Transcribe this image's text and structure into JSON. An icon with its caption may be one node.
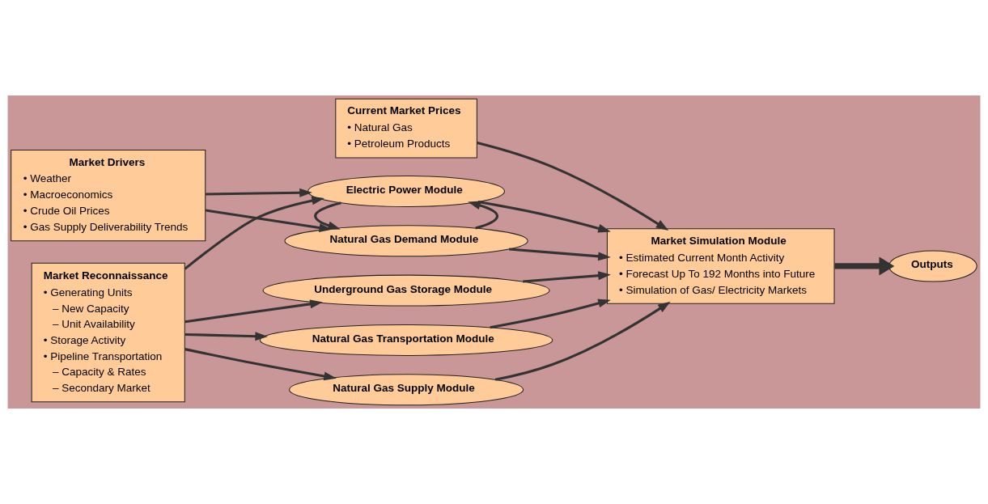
{
  "diagram": {
    "nodes": [
      {
        "text": [
          "Market Drivers",
          "• Weather",
          "• Macroeconomics",
          "• Crude Oil Prices",
          "• Gas Supply Deliverability Trends"
        ]
      },
      {
        "text": [
          "Current Market Prices",
          "• Natural Gas",
          "• Petroleum Products"
        ]
      },
      {
        "text": [
          "Natural Gas Demand Module"
        ]
      },
      {
        "text": [
          "Electric Power Module"
        ]
      },
      {
        "text": [
          "Market Reconnaissance",
          "• Generating Units",
          "– New Capacity",
          "– Unit Availability",
          "• Storage Activity",
          "• Pipeline Transportation",
          "– Capacity & Rates",
          "– Secondary Market"
        ]
      },
      {
        "text": [
          "Underground Gas Storage Module"
        ]
      },
      {
        "text": [
          "Natural Gas Transportation Module"
        ]
      },
      {
        "text": [
          "Natural Gas Supply Module"
        ]
      },
      {
        "text": [
          "Market Simulation Module",
          "• Estimated Current Month Activity",
          "• Forecast Up To 192 Months into Future",
          "• Simulation of Gas/ Electricity Markets"
        ]
      },
      {
        "text": [
          "Outputs"
        ]
      }
    ],
    "edges": [
      {
        "from": 0,
        "to": 2,
        "arrow": "to"
      },
      {
        "from": 2,
        "to": 3,
        "arrow": "to"
      },
      {
        "from": 3,
        "to": 2,
        "arrow": "to"
      },
      {
        "from": 0,
        "to": 3,
        "arrow": "to"
      },
      {
        "from": 4,
        "to": 3,
        "arrow": "to"
      },
      {
        "from": 4,
        "to": 5,
        "arrow": "to"
      },
      {
        "from": 4,
        "to": 6,
        "arrow": "to"
      },
      {
        "from": 4,
        "to": 7,
        "arrow": "to"
      },
      {
        "from": 2,
        "to": 8,
        "arrow": "to"
      },
      {
        "from": 3,
        "to": 8,
        "arrow": "to"
      },
      {
        "from": 5,
        "to": 8,
        "arrow": "to"
      },
      {
        "from": 6,
        "to": 8,
        "arrow": "to"
      },
      {
        "from": 7,
        "to": 8,
        "arrow": "to"
      },
      {
        "from": 1,
        "to": 8,
        "arrow": "to"
      },
      {
        "from": 8,
        "to": 9,
        "arrow": "to",
        "style": "thick"
      }
    ]
  }
}
